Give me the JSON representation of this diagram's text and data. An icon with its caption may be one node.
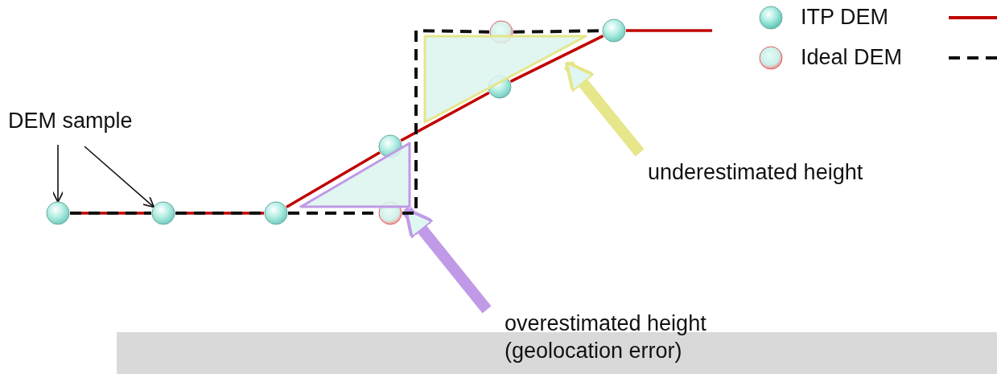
{
  "diagram": {
    "nodes": [
      {
        "text": [
          "DEM sample"
        ]
      },
      {
        "text": [],
        "shape": "circle"
      },
      {
        "text": [],
        "shape": "circle"
      },
      {
        "text": [],
        "shape": "circle"
      },
      {
        "text": [],
        "shape": "circle"
      },
      {
        "text": [],
        "shape": "circle"
      },
      {
        "text": [],
        "shape": "circle"
      },
      {
        "text": [],
        "shape": "circle"
      },
      {
        "text": [],
        "shape": "circle"
      },
      {
        "text": [],
        "shape": "triangle"
      },
      {
        "text": [],
        "shape": "triangle"
      },
      {
        "text": [
          "underestimated height"
        ]
      },
      {
        "text": [
          "overestimated height (geolocation error)"
        ]
      }
    ],
    "edges": [
      {
        "from": 0,
        "to": 1,
        "arrow": "to"
      },
      {
        "from": 0,
        "to": 2,
        "arrow": "to"
      },
      {
        "from": 11,
        "to": 10,
        "arrow": "to",
        "style": "thick",
        "color": "#e6e68a"
      },
      {
        "from": 12,
        "to": 9,
        "arrow": "to",
        "style": "thick",
        "color": "#c09ae6"
      },
      {
        "from": 1,
        "to": 2,
        "arrow": "none",
        "color": "#c00000"
      },
      {
        "from": 2,
        "to": 3,
        "arrow": "none",
        "color": "#c00000"
      },
      {
        "from": 3,
        "to": 5,
        "arrow": "none",
        "color": "#c00000"
      },
      {
        "from": 5,
        "to": 6,
        "arrow": "none",
        "color": "#c00000"
      },
      {
        "from": 6,
        "to": 8,
        "arrow": "none",
        "color": "#c00000"
      },
      {
        "from": 8,
        "to": null,
        "arrow": "none",
        "color": "#c00000"
      },
      {
        "from": 1,
        "to": 2,
        "arrow": "none",
        "style": "dashed"
      },
      {
        "from": 2,
        "to": 3,
        "arrow": "none",
        "style": "dashed"
      },
      {
        "from": 3,
        "to": 4,
        "arrow": "none",
        "style": "dashed"
      },
      {
        "from": 4,
        "to": 7,
        "arrow": "none",
        "style": "dashed"
      },
      {
        "from": 7,
        "to": 8,
        "arrow": "none",
        "style": "dashed"
      }
    ],
    "legend": [
      {
        "text": "ITP DEM"
      },
      {
        "text": "Ideal DEM"
      }
    ]
  }
}
